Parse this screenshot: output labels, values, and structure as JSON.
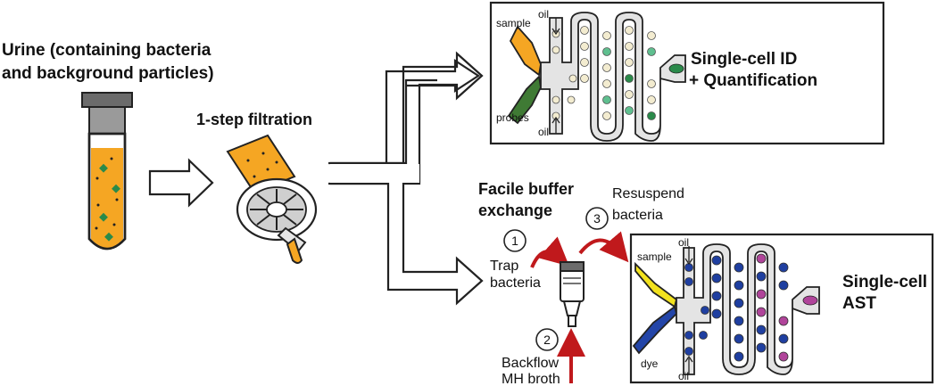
{
  "input": {
    "line1": "Urine (containing bacteria",
    "line2": "and background particles)"
  },
  "filtration": {
    "label": "1-step filtration"
  },
  "top_chip": {
    "sample_label": "sample",
    "probes_label": "probes",
    "oil_top_label": "oil",
    "oil_bottom_label": "oil",
    "result_line1": "Single-cell ID",
    "result_line2": "+ Quantification"
  },
  "buffer_exchange": {
    "title_line1": "Facile buffer",
    "title_line2": "exchange",
    "step1_number": "1",
    "step1_line1": "Trap",
    "step1_line2": "bacteria",
    "step2_number": "2",
    "step2_line1": "Backflow",
    "step2_line2": "MH broth",
    "step3_number": "3",
    "step3_line1": "Resuspend",
    "step3_line2": "bacteria"
  },
  "bottom_chip": {
    "sample_label": "sample",
    "dye_label": "dye",
    "oil_top_label": "oil",
    "oil_bottom_label": "oil",
    "result_line1": "Single-cell",
    "result_line2": "AST"
  },
  "colors": {
    "urine": "#f5a623",
    "particle": "#2a8a4a",
    "chip_fill": "#e4e4e4",
    "droplet_empty": "#f3ecd0",
    "droplet_green": "#5fbf8f",
    "droplet_blue": "#1f3fa0",
    "droplet_pink": "#b0449a",
    "arrow_red": "#c0191c",
    "sample_yellow": "#f2e21e",
    "dye_blue": "#2345a8",
    "probes_green": "#3f7a34"
  }
}
